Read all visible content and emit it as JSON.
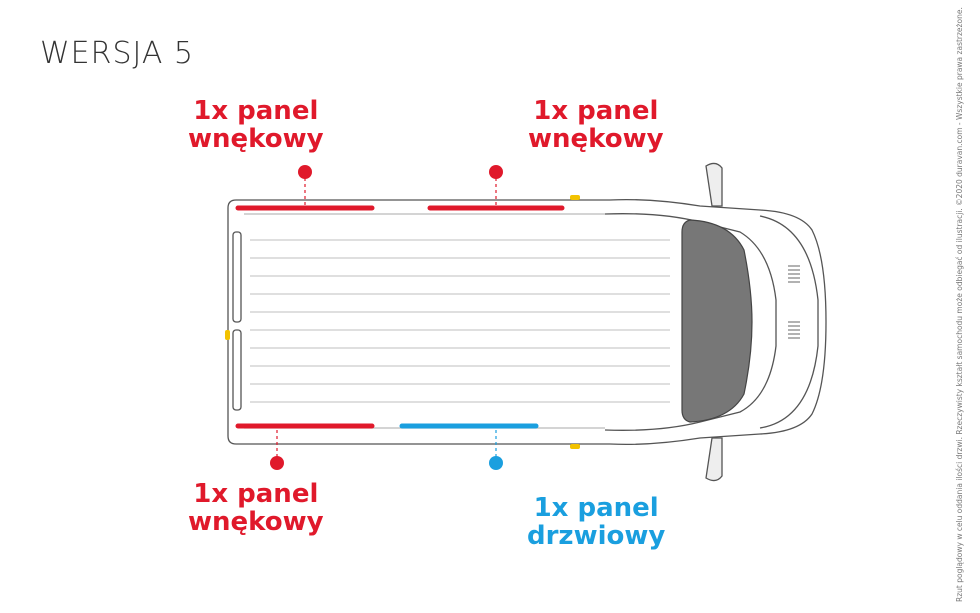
{
  "title": "WERSJA 5",
  "labels": {
    "top_left": [
      "1x panel",
      "wnękowy"
    ],
    "top_right": [
      "1x panel",
      "wnękowy"
    ],
    "bottom_left": [
      "1x panel",
      "wnękowy"
    ],
    "bottom_right": [
      "1x panel",
      "drzwiowy"
    ]
  },
  "colors": {
    "recess_panel": "#e0192b",
    "door_panel": "#1a9fdf"
  },
  "side_note": "Rzut poglądowy w celu oddania ilości drzwi. Rzeczywisty kształt samochodu może odbiegać od ilustracji. ©2020 duravan.com - Wszystkie prawa zastrzeżone."
}
